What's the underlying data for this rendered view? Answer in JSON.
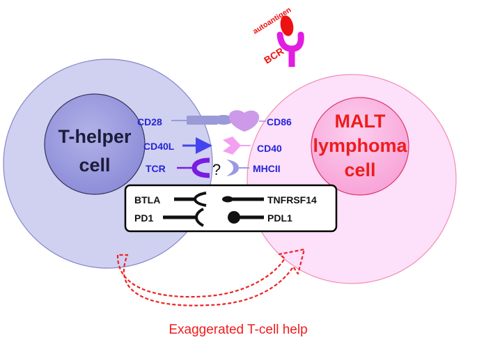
{
  "cells": {
    "t_helper": {
      "line1": "T-helper",
      "line2": "cell"
    },
    "malt": {
      "line1": "MALT",
      "line2": "lymphoma",
      "line3": "cell"
    }
  },
  "labels": {
    "autoantigen": "autoantigen",
    "bcr": "BCR",
    "cd28": "CD28",
    "cd86": "CD86",
    "cd40l": "CD40L",
    "cd40": "CD40",
    "tcr": "TCR",
    "question": "?",
    "mhcii": "MHCII"
  },
  "checkpoint_box": {
    "btla": "BTLA",
    "tnfrsf14": "TNFRSF14",
    "pd1": "PD1",
    "pdl1": "PDL1"
  },
  "caption": "Exaggerated T-cell help",
  "colors": {
    "t_cell_outer": "#ccccf0",
    "t_cell_nucleus": "#9999dd",
    "malt_outer": "#fde0fa",
    "malt_nucleus": "#fbb0e0",
    "label_blue": "#2424d8",
    "label_red": "#ee1c1c",
    "arrow_red": "#ee2222",
    "bcr_magenta": "#e21ce2"
  }
}
